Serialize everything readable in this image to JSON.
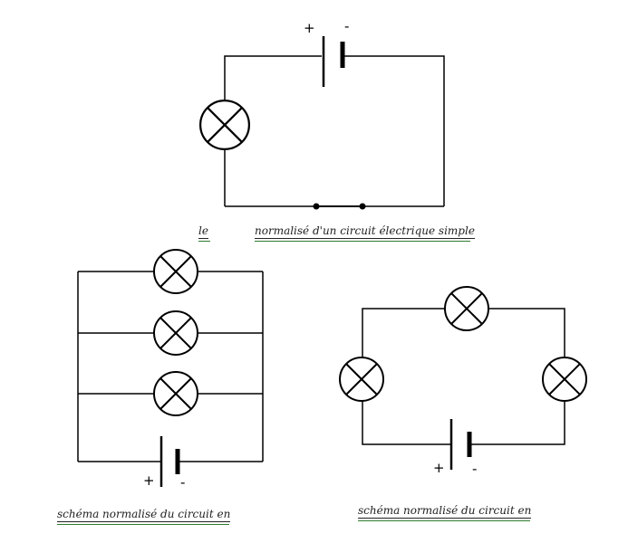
{
  "diagram_top": {
    "battery_plus": "+",
    "battery_minus": "-",
    "caption_word_1": "le",
    "caption_rest": "normalisé d'un circuit électrique simple"
  },
  "diagram_parallel": {
    "battery_plus": "+",
    "battery_minus": "-",
    "caption": "schéma normalisé du circuit en"
  },
  "diagram_series": {
    "battery_plus": "+",
    "battery_minus": "-",
    "caption": "schéma normalisé du circuit en"
  },
  "colors": {
    "line": "#000000",
    "underline_accent": "#2f7d2f"
  }
}
